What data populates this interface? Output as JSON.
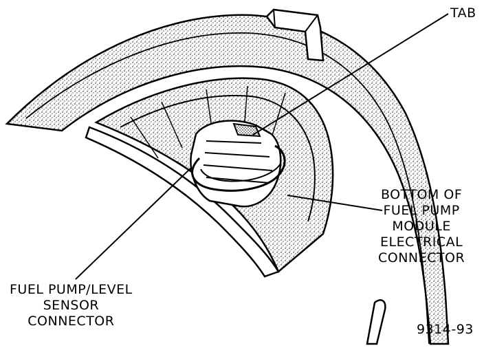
{
  "labels": {
    "tab": "TAB",
    "bottom_connector": [
      "BOTTOM OF",
      "FUEL PUMP",
      "MODULE",
      "ELECTRICAL",
      "CONNECTOR"
    ],
    "sensor_connector": [
      "FUEL PUMP/LEVEL",
      "SENSOR",
      "CONNECTOR"
    ],
    "figure_id": "9314-93"
  }
}
